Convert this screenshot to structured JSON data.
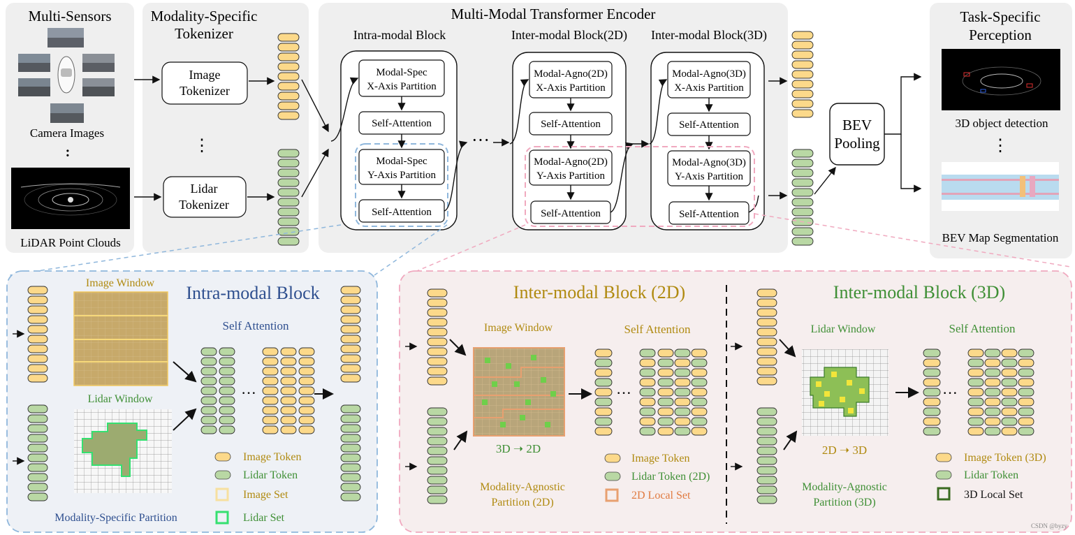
{
  "top": {
    "sensors": {
      "title": "Multi-Sensors",
      "camera_label": "Camera Images",
      "dots": ":",
      "lidar_label": "LiDAR Point Clouds"
    },
    "tokenizer": {
      "title_line1": "Modality-Specific",
      "title_line2": "Tokenizer",
      "image_line1": "Image",
      "image_line2": "Tokenizer",
      "lidar_line1": "Lidar",
      "lidar_line2": "Tokenizer",
      "dots": "⋮"
    },
    "encoder": {
      "title": "Multi-Modal Transformer Encoder",
      "intra": {
        "heading": "Intra-modal Block",
        "x_line1": "Modal-Spec",
        "x_line2": "X-Axis Partition",
        "attn1": "Self-Attention",
        "y_line1": "Modal-Spec",
        "y_line2": "Y-Axis Partition",
        "attn2": "Self-Attention"
      },
      "ellipsis": "···",
      "inter2d": {
        "heading": "Inter-modal Block(2D)",
        "x_line1": "Modal-Agno(2D)",
        "x_line2": "X-Axis Partition",
        "attn1": "Self-Attention",
        "y_line1": "Modal-Agno(2D)",
        "y_line2": "Y-Axis Partition",
        "attn2": "Self-Attention"
      },
      "inter3d": {
        "heading": "Inter-modal Block(3D)",
        "x_line1": "Modal-Agno(3D)",
        "x_line2": "X-Axis Partition",
        "attn1": "Self-Attention",
        "y_line1": "Modal-Agno(3D)",
        "y_line2": "Y-Axis Partition",
        "attn2": "Self-Attention"
      }
    },
    "bev": {
      "line1": "BEV",
      "line2": "Pooling"
    },
    "task": {
      "title_line1": "Task-Specific",
      "title_line2": "Perception",
      "det_label": "3D object detection",
      "dots": "⋮",
      "seg_label": "BEV Map Segmentation"
    }
  },
  "bottom": {
    "intra": {
      "title": "Intra-modal Block",
      "image_window": "Image Window",
      "lidar_window": "Lidar Window",
      "self_attention": "Self Attention",
      "ellipsis": "···",
      "legend": [
        "Image Token",
        "Lidar Token",
        "Image Set",
        "Lidar Set"
      ],
      "caption": "Modality-Specific Partition"
    },
    "inter2d": {
      "title": "Inter-modal Block (2D)",
      "image_window": "Image Window",
      "self_attention": "Self Attention",
      "ellipsis": "···",
      "transform": "3D  ➝  2D",
      "caption_line1": "Modality-Agnostic",
      "caption_line2": "Partition (2D)",
      "legend": [
        "Image Token",
        "Lidar Token (2D)",
        "2D Local Set"
      ]
    },
    "inter3d": {
      "title": "Inter-modal Block (3D)",
      "lidar_window": "Lidar Window",
      "self_attention": "Self Attention",
      "ellipsis": "···",
      "transform": "2D  ➝  3D",
      "caption_line1": "Modality-Agnostic",
      "caption_line2": "Partition (3D)",
      "legend": [
        "Image Token (3D)",
        "Lidar Token",
        "3D Local Set"
      ]
    }
  },
  "watermark": "CSDN @byzy",
  "colors": {
    "image_token": "#fcd98a",
    "lidar_token": "#b9d8a4",
    "blue_accent": "#2e4f8f",
    "intra_dash": "#8fb7dc",
    "inter_dash": "#f0a9bf",
    "olive_title": "#b08a10",
    "green_title": "#3f8f35",
    "orange_set": "#e8a070",
    "bright_green": "#35e070"
  }
}
